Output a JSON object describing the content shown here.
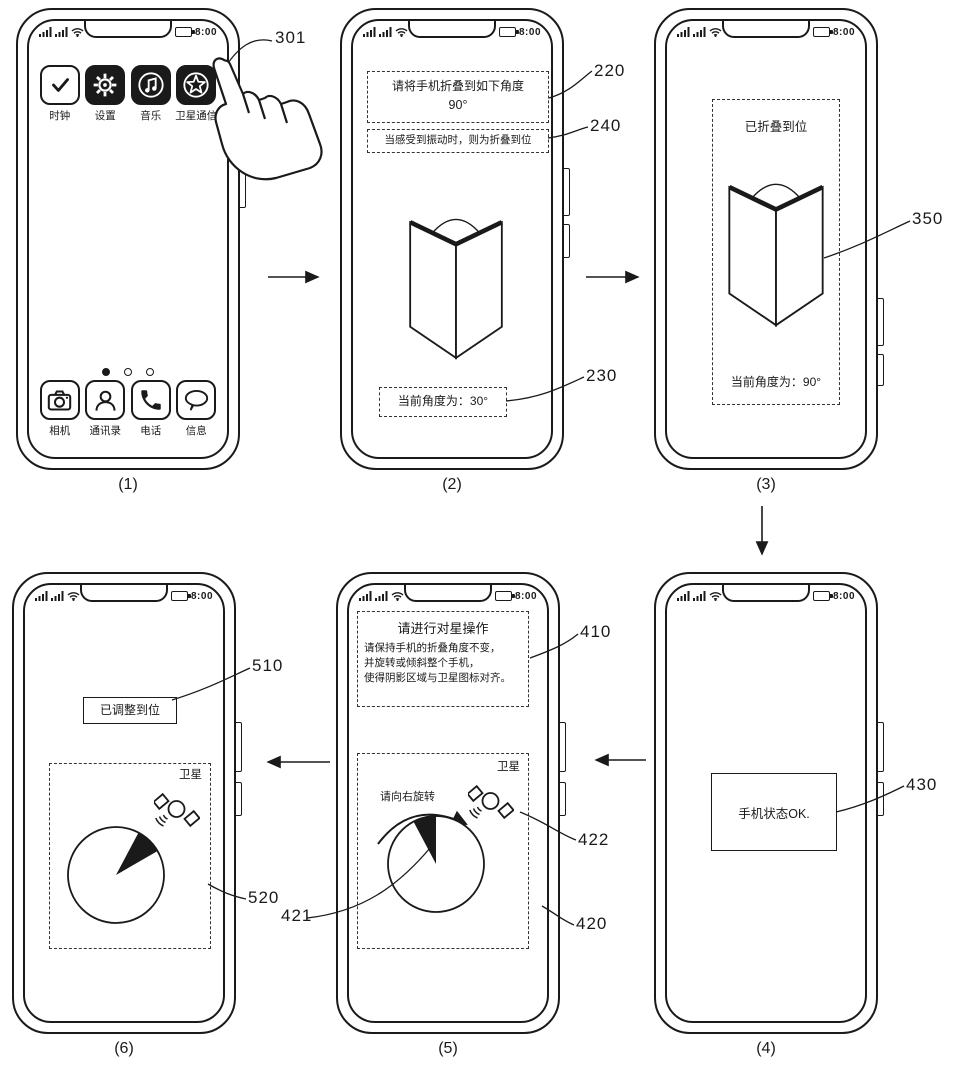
{
  "status_bar": {
    "time": "8:00"
  },
  "figure": {
    "captions": [
      "(1)",
      "(2)",
      "(3)",
      "(4)",
      "(5)",
      "(6)"
    ]
  },
  "screen1": {
    "apps": [
      {
        "label": "时钟"
      },
      {
        "label": "设置"
      },
      {
        "label": "音乐"
      },
      {
        "label": "卫星通信"
      }
    ],
    "dock": [
      {
        "label": "相机"
      },
      {
        "label": "通讯录"
      },
      {
        "label": "电话"
      },
      {
        "label": "信息"
      }
    ]
  },
  "screen2": {
    "instruction_line1": "请将手机折叠到如下角度",
    "instruction_angle": "90°",
    "vibration_hint": "当感受到振动时，则为折叠到位",
    "current_angle": "当前角度为：30°"
  },
  "screen3": {
    "folded_status": "已折叠到位",
    "current_angle": "当前角度为：90°"
  },
  "screen4": {
    "status": "手机状态OK."
  },
  "screen5": {
    "title": "请进行对星操作",
    "body_lines": [
      "请保持手机的折叠角度不变，",
      "并旋转或倾斜整个手机，",
      "使得阴影区域与卫星图标对齐。"
    ],
    "rotate_hint": "请向右旋转",
    "satellite_label": "卫星"
  },
  "screen6": {
    "adjusted_status": "已调整到位",
    "satellite_label": "卫星"
  },
  "callouts": {
    "c301": "301",
    "c220": "220",
    "c240": "240",
    "c230": "230",
    "c350": "350",
    "c410": "410",
    "c420": "420",
    "c421": "421",
    "c422": "422",
    "c430": "430",
    "c510": "510",
    "c520": "520"
  },
  "colors": {
    "ink": "#1a1a1a",
    "paper": "#ffffff"
  }
}
